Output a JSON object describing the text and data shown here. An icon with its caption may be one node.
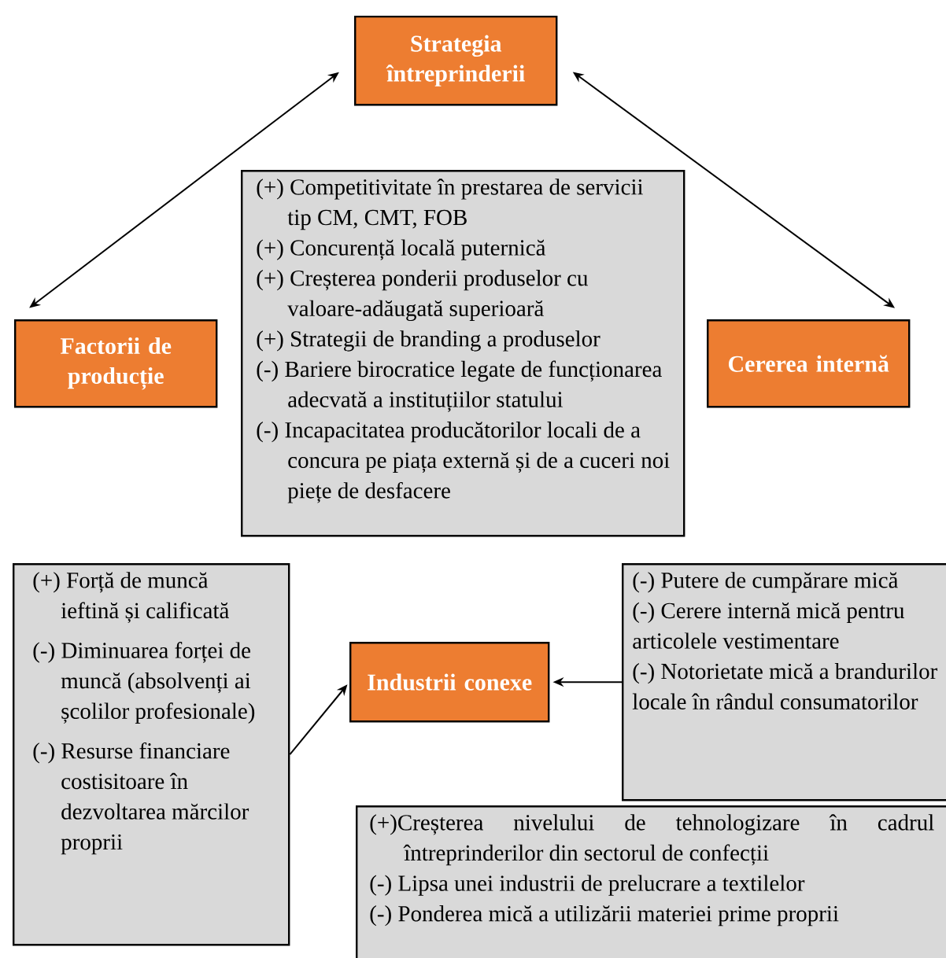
{
  "diagram": {
    "nodes": [
      {
        "text": [
          "Strategia întreprinderii"
        ]
      },
      {
        "text": [
          "Factorii de producție"
        ]
      },
      {
        "text": [
          "(+) Competitivitate în prestarea de servicii tip CM, CMT, FOB",
          "(+) Concurență locală puternică",
          "(+) Creșterea ponderii produselor cu valoare-adăugată superioară",
          "(+) Strategii de branding a produselor",
          "(-) Bariere birocratice legate de funcționarea adecvată a instituțiilor statului",
          "(-) Incapacitatea producătorilor locali de a concura pe piața externă și de a cuceri noi piețe de desfacere"
        ]
      },
      {
        "text": [
          "Cererea internă"
        ]
      },
      {
        "text": [
          "(+) Forță de muncă ieftină și calificată",
          "(-) Diminuarea forței de muncă (absolvenți ai școlilor profesionale)",
          "(-) Resurse financiare costisitoare în dezvoltarea mărcilor proprii"
        ]
      },
      {
        "text": [
          "(-) Putere de cumpărare mică",
          "(-) Cerere internă mică pentru articolele vestimentare",
          "(-) Notorietate mică a brandurilor locale în rândul consumatorilor"
        ]
      },
      {
        "text": [
          "Industrii conexe"
        ]
      },
      {
        "text": [
          "(+)Creșterea nivelului de tehnologizare în cadrul întreprinderilor din sectorul de confecții",
          "(-) Lipsa unei industrii de prelucrare a textilelor",
          "(-) Ponderea mică a utilizării materiei prime proprii"
        ]
      }
    ],
    "edges": [
      {
        "from": 1,
        "to": 0,
        "arrow": "both"
      },
      {
        "from": 0,
        "to": 3,
        "arrow": "both"
      },
      {
        "from": 4,
        "to": 6,
        "arrow": "to"
      },
      {
        "from": 5,
        "to": 6,
        "arrow": "to"
      }
    ]
  }
}
